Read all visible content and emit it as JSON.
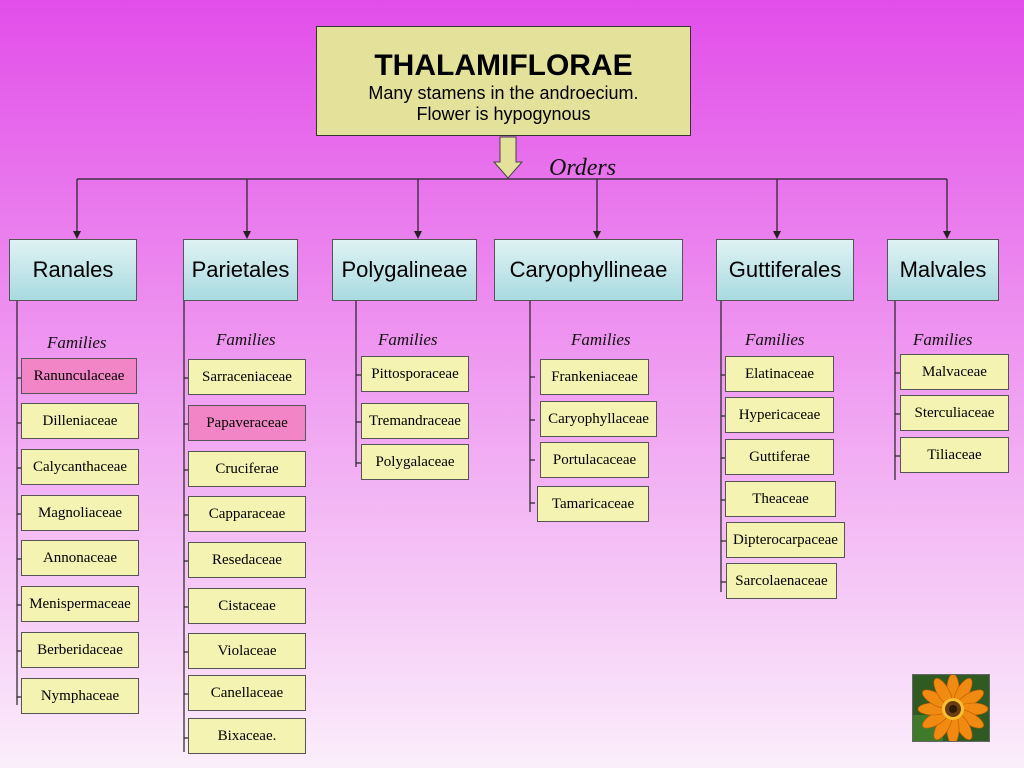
{
  "title": "THALAMIFLORAE",
  "subtitle_line1": "Many stamens in the androecium.",
  "subtitle_line2": "Flower is hypogynous",
  "orders_label": "Orders",
  "families_label": "Families",
  "colors": {
    "title_box": "#e4e29a",
    "order_box": "#a9dbe0",
    "family_box": "#f4f3b2",
    "highlight_family": "#f285c6"
  },
  "orders": [
    {
      "name": "Ranales",
      "families": [
        {
          "name": "Ranunculaceae",
          "highlight": true
        },
        {
          "name": "Dilleniaceae"
        },
        {
          "name": "Calycanthaceae"
        },
        {
          "name": "Magnoliaceae"
        },
        {
          "name": "Annonaceae"
        },
        {
          "name": "Menispermaceae"
        },
        {
          "name": "Berberidaceae"
        },
        {
          "name": "Nymphaceae"
        }
      ]
    },
    {
      "name": "Parietales",
      "families": [
        {
          "name": "Sarraceniaceae"
        },
        {
          "name": "Papaveraceae",
          "highlight": true
        },
        {
          "name": "Cruciferae"
        },
        {
          "name": "Capparaceae"
        },
        {
          "name": "Resedaceae"
        },
        {
          "name": "Cistaceae"
        },
        {
          "name": "Violaceae"
        },
        {
          "name": "Canellaceae"
        },
        {
          "name": "Bixaceae."
        }
      ]
    },
    {
      "name": "Polygalineae",
      "families": [
        {
          "name": "Pittosporaceae"
        },
        {
          "name": "Tremandraceae"
        },
        {
          "name": "Polygalaceae"
        }
      ]
    },
    {
      "name": "Caryophyllineae",
      "families": [
        {
          "name": "Frankeniaceae"
        },
        {
          "name": "Caryophyllaceae"
        },
        {
          "name": "Portulacaceae"
        },
        {
          "name": "Tamaricaceae"
        }
      ]
    },
    {
      "name": "Guttiferales",
      "families": [
        {
          "name": "Elatinaceae"
        },
        {
          "name": "Hypericaceae"
        },
        {
          "name": "Guttiferae"
        },
        {
          "name": "Theaceae"
        },
        {
          "name": "Dipterocarpaceae"
        },
        {
          "name": "Sarcolaenaceae"
        }
      ]
    },
    {
      "name": "Malvales",
      "families": [
        {
          "name": "Malvaceae"
        },
        {
          "name": "Sterculiaceae"
        },
        {
          "name": "Tiliaceae"
        }
      ]
    }
  ]
}
